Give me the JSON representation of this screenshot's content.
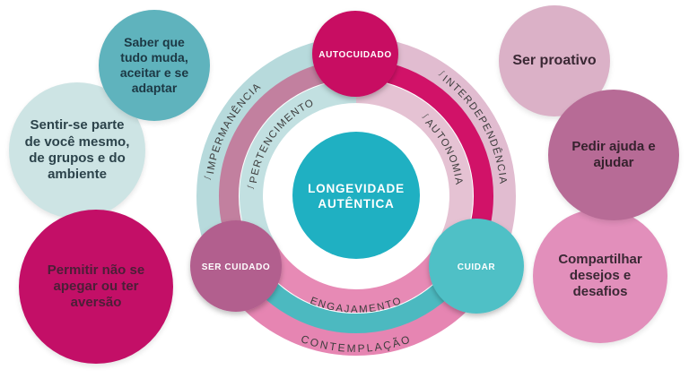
{
  "center": {
    "label_line1": "LONGEVIDADE",
    "label_line2": "AUTÊNTICA"
  },
  "nodes": {
    "autocuidado": {
      "label": "AUTOCUIDADO"
    },
    "ser_cuidado": {
      "label": "SER CUIDADO"
    },
    "cuidar": {
      "label": "CUIDAR"
    }
  },
  "ring": {
    "flourish": "ʃ",
    "labels": {
      "impermanencia": "IMPERMANÊNCIA",
      "pertencimento": "PERTENCIMENTO",
      "interdependencia": "INTERDEPENDÊNCIA",
      "autonomia": "AUTONOMIA",
      "engajamento": "ENGAJAMENTO",
      "contemplacao": "CONTEMPLAÇÃO"
    }
  },
  "colors": {
    "background": "#ffffff",
    "center": "#1fb0c2",
    "autocuidado": "#c80d62",
    "ser_cuidado": "#b25e8e",
    "cuidar": "#4fc0c6",
    "outer_left": "#b7dadc",
    "outer_right": "#e1bcd0",
    "outer_bottom": "#e685b2",
    "middle_left": "#c2809f",
    "middle_right": "#d11268",
    "middle_bottom": "#4cb9c0",
    "inner_left": "#c2e0e1",
    "inner_right": "#e5c2d3",
    "inner_bottom": "#e78ab5"
  },
  "satellites": [
    {
      "id": "saber",
      "color": "#5fb3bd",
      "lines": [
        "Saber que",
        "tudo muda,",
        "aceitar e se",
        "adaptar"
      ]
    },
    {
      "id": "sentir",
      "color": "#cde4e4",
      "lines": [
        "Sentir-se parte",
        "de você mesmo,",
        "de grupos e do",
        "ambiente"
      ]
    },
    {
      "id": "permitir",
      "color": "#c30f67",
      "lines": [
        "Permitir não se",
        "apegar ou ter",
        "aversão"
      ]
    },
    {
      "id": "proativo",
      "color": "#dbb1c7",
      "lines": [
        "Ser proativo"
      ]
    },
    {
      "id": "pedir",
      "color": "#b76b96",
      "lines": [
        "Pedir ajuda e",
        "ajudar"
      ]
    },
    {
      "id": "compartilhar",
      "color": "#e28fbb",
      "lines": [
        "Compartilhar",
        "desejos e",
        "desafios"
      ]
    }
  ]
}
